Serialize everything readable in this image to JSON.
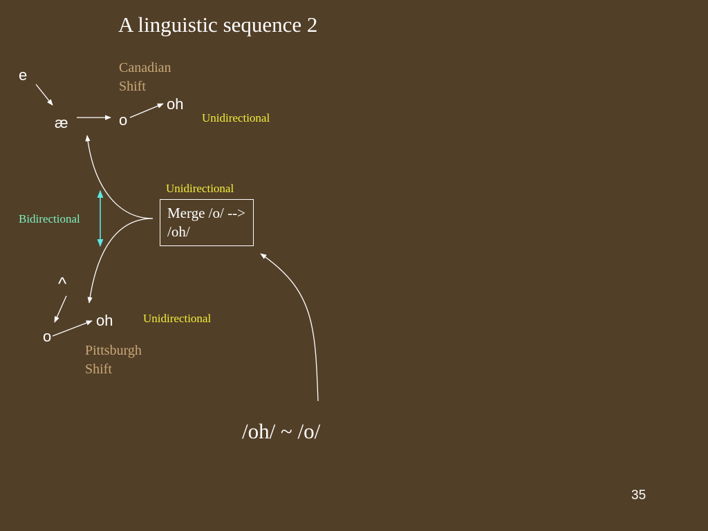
{
  "title": "A linguistic sequence 2",
  "canadian_shift": {
    "line1": "Canadian",
    "line2": "Shift"
  },
  "pittsburgh_shift": {
    "line1": "Pittsburgh",
    "line2": "Shift"
  },
  "symbols": {
    "e": "e",
    "ae": "æ",
    "o_top": "o",
    "oh_top": "oh",
    "wedge": "^",
    "o_bottom": "o",
    "oh_bottom": "oh"
  },
  "labels": {
    "unidirectional_1": "Unidirectional",
    "unidirectional_2": "Unidirectional",
    "unidirectional_3": "Unidirectional",
    "bidirectional": "Bidirectional"
  },
  "merge_box": {
    "text": "Merge /o/ --> /oh/"
  },
  "formula": "/oh/ ~ /o/",
  "page_number": "35",
  "colors": {
    "background": "#523f28",
    "text": "#ffffff",
    "shift_label": "#c9a877",
    "unidirectional": "#f2ee3a",
    "bidirectional": "#7df0c0",
    "bidirectional_arrow": "#5ee6e6"
  }
}
